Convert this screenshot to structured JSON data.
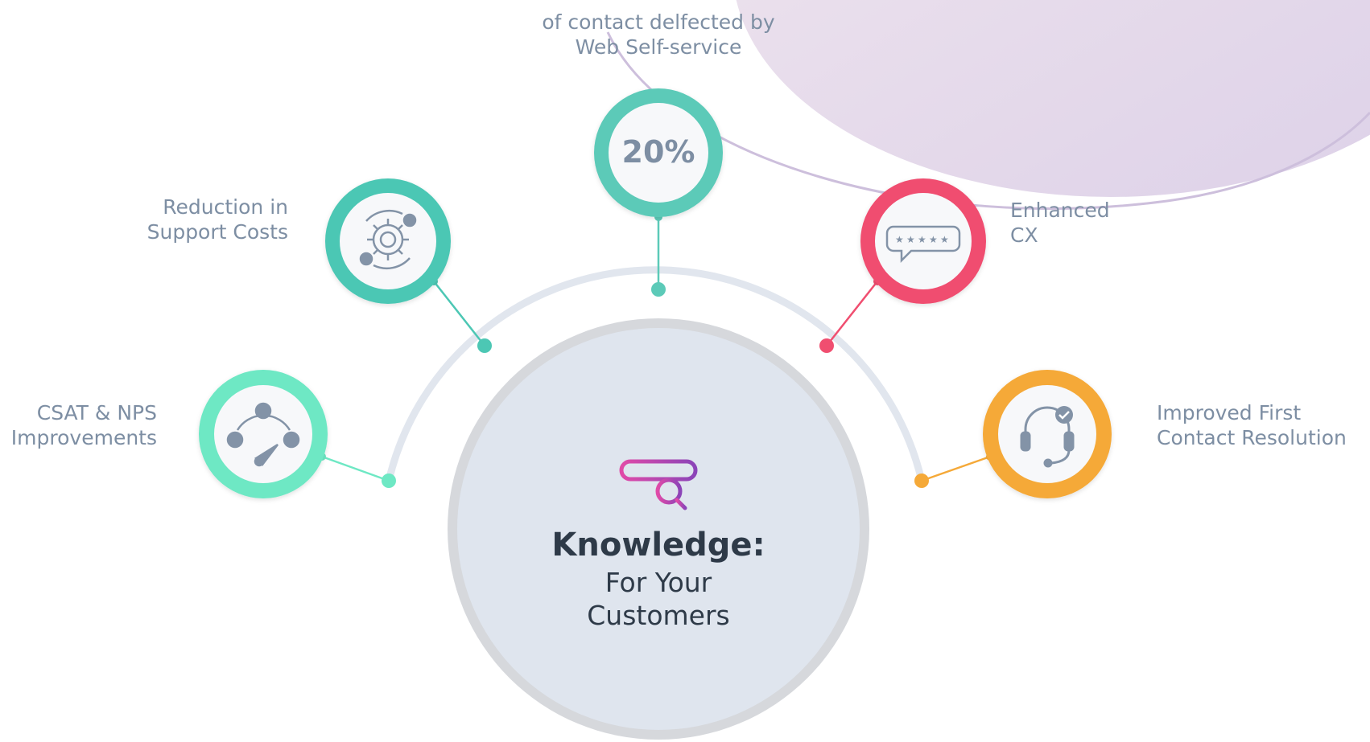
{
  "hub": {
    "title": "Knowledge:",
    "subtitle_line1": "For Your",
    "subtitle_line2": "Customers",
    "icon": "knowledge-search-icon"
  },
  "nodes": [
    {
      "id": "csat",
      "label_lines": [
        "CSAT & NPS",
        "Improvements"
      ],
      "icon": "satisfaction-gauge-icon",
      "color": "#6ee8c4"
    },
    {
      "id": "support-costs",
      "label_lines": [
        "Reduction in",
        "Support Costs"
      ],
      "icon": "cost-gear-icon",
      "color": "#4cc7b4"
    },
    {
      "id": "self-service",
      "stat": "20%",
      "label_lines": [
        "of contact delfected by",
        "Web Self-service"
      ],
      "color": "#5ccab8"
    },
    {
      "id": "cx",
      "label_lines": [
        "Enhanced",
        "CX"
      ],
      "icon": "rating-speech-bubble-icon",
      "color": "#f04e70"
    },
    {
      "id": "fcr",
      "label_lines": [
        "Improved First",
        "Contact Resolution"
      ],
      "icon": "headset-check-icon",
      "color": "#f5a938"
    }
  ],
  "colors": {
    "text": "#7d8ea3",
    "hub_fill": "#dfe5ee",
    "arc": "#e1e6ee",
    "decor_blob": "#e7dbec",
    "icon_brand_pink": "#e04aa8",
    "icon_brand_purple": "#8b44b8"
  }
}
